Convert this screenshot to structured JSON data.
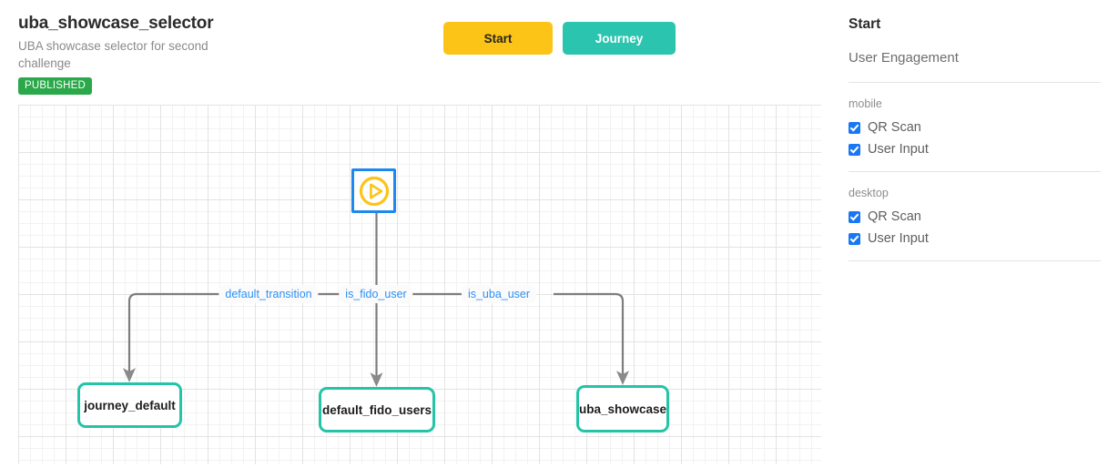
{
  "header": {
    "title": "uba_showcase_selector",
    "subtitle": "UBA showcase selector for second challenge",
    "status": "PUBLISHED",
    "status_color": "#2BA84A"
  },
  "toolbar": {
    "start_label": "Start",
    "journey_label": "Journey",
    "start_color": "#FCC417",
    "journey_color": "#2BC4AE"
  },
  "graph": {
    "start_node": {
      "name": "start-node",
      "icon": "play-circle-icon",
      "border_color": "#1E88F0",
      "icon_color": "#FCC417"
    },
    "nodes": [
      {
        "id": "journey_default",
        "label": "journey_default"
      },
      {
        "id": "default_fido_users",
        "label": "default_fido_users"
      },
      {
        "id": "uba_showcase",
        "label": "uba_showcase"
      }
    ],
    "edge_labels": [
      {
        "id": "default_transition",
        "label": "default_transition"
      },
      {
        "id": "is_fido_user",
        "label": "is_fido_user"
      },
      {
        "id": "is_uba_user",
        "label": "is_uba_user"
      }
    ],
    "node_border_color": "#23C4A7",
    "edge_color": "#7d7d7d",
    "edge_label_color": "#2B90F5"
  },
  "sidebar": {
    "title": "Start",
    "subtitle": "User Engagement",
    "groups": [
      {
        "label": "mobile",
        "options": [
          {
            "label": "QR Scan",
            "checked": true
          },
          {
            "label": "User Input",
            "checked": true
          }
        ]
      },
      {
        "label": "desktop",
        "options": [
          {
            "label": "QR Scan",
            "checked": true
          },
          {
            "label": "User Input",
            "checked": true
          }
        ]
      }
    ]
  }
}
